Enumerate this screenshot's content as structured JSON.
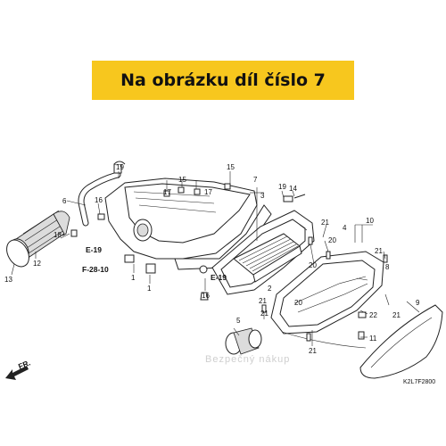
{
  "banner": {
    "text": "Na obrázku díl číslo 7",
    "color": "#f7c71e"
  },
  "callouts": [
    "19",
    "6",
    "18",
    "16",
    "13",
    "12",
    "17",
    "15",
    "17",
    "15",
    "7",
    "19",
    "14",
    "3",
    "10",
    "21",
    "20",
    "21",
    "8",
    "20",
    "21",
    "5",
    "9",
    "22",
    "21",
    "11",
    "21",
    "1",
    "1",
    "16",
    "2",
    "21",
    "4",
    "20"
  ],
  "refs": {
    "e19_left": "E-19",
    "e19_center": "E-19",
    "f2810": "F-28-10"
  },
  "front_marker": "FR.",
  "diagram_code": "K2L7F2800",
  "watermark": "Bezpečný nákup"
}
